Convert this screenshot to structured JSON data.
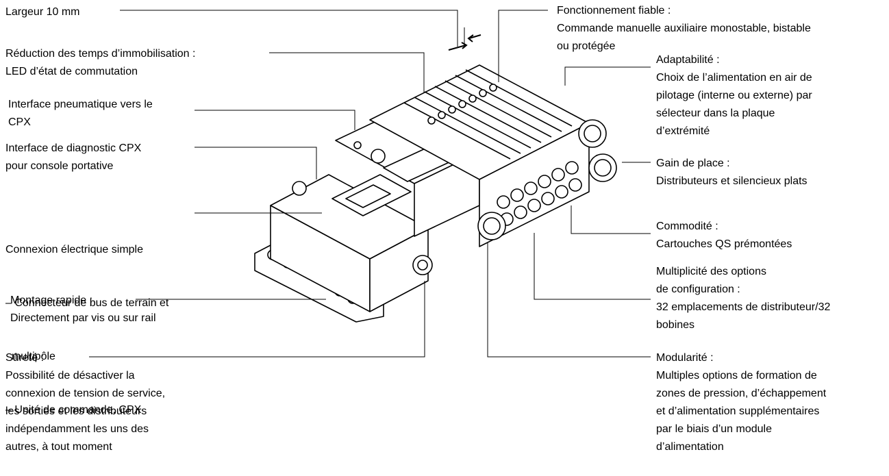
{
  "labels": {
    "largeur": [
      "Largeur 10 mm"
    ],
    "reduction": [
      "Réduction des temps d’immobilisation :",
      "LED d’état de commutation"
    ],
    "interface_pneu": [
      "Interface pneumatique vers le",
      "CPX"
    ],
    "interface_diag": [
      "Interface de diagnostic CPX",
      "pour console portative"
    ],
    "connexion": [
      "Connexion électrique simple",
      "– Connecteur de bus de terrain et",
      "  multipôle",
      "– Unité de commande, CPX"
    ],
    "montage": [
      "Montage rapide :",
      "Directement par vis ou sur rail"
    ],
    "surete": [
      "Sûreté :",
      "Possibilité de désactiver la",
      "connexion de tension de service,",
      "les sorties et les distributeurs",
      "indépendamment les uns des",
      "autres, à tout moment"
    ],
    "fonctionnement": [
      "Fonctionnement fiable :",
      "Commande manuelle auxiliaire monostable, bistable",
      "ou protégée"
    ],
    "adaptabilite": [
      "Adaptabilité :",
      "Choix de l’alimentation en air de",
      "pilotage (interne ou externe) par",
      "sélecteur dans la plaque",
      "d’extrémité"
    ],
    "gain": [
      "Gain de place :",
      "Distributeurs et silencieux plats"
    ],
    "commodite": [
      "Commodité :",
      "Cartouches QS prémontées"
    ],
    "multiplicite": [
      "Multiplicité des options",
      "de configuration :",
      "32 emplacements de distributeur/32",
      "bobines"
    ],
    "modularite": [
      "Modularité :",
      "Multiples options de formation de",
      "zones de pression, d’échappement",
      "et d’alimentation supplémentaires",
      "par le biais d’un module",
      "d’alimentation"
    ]
  }
}
